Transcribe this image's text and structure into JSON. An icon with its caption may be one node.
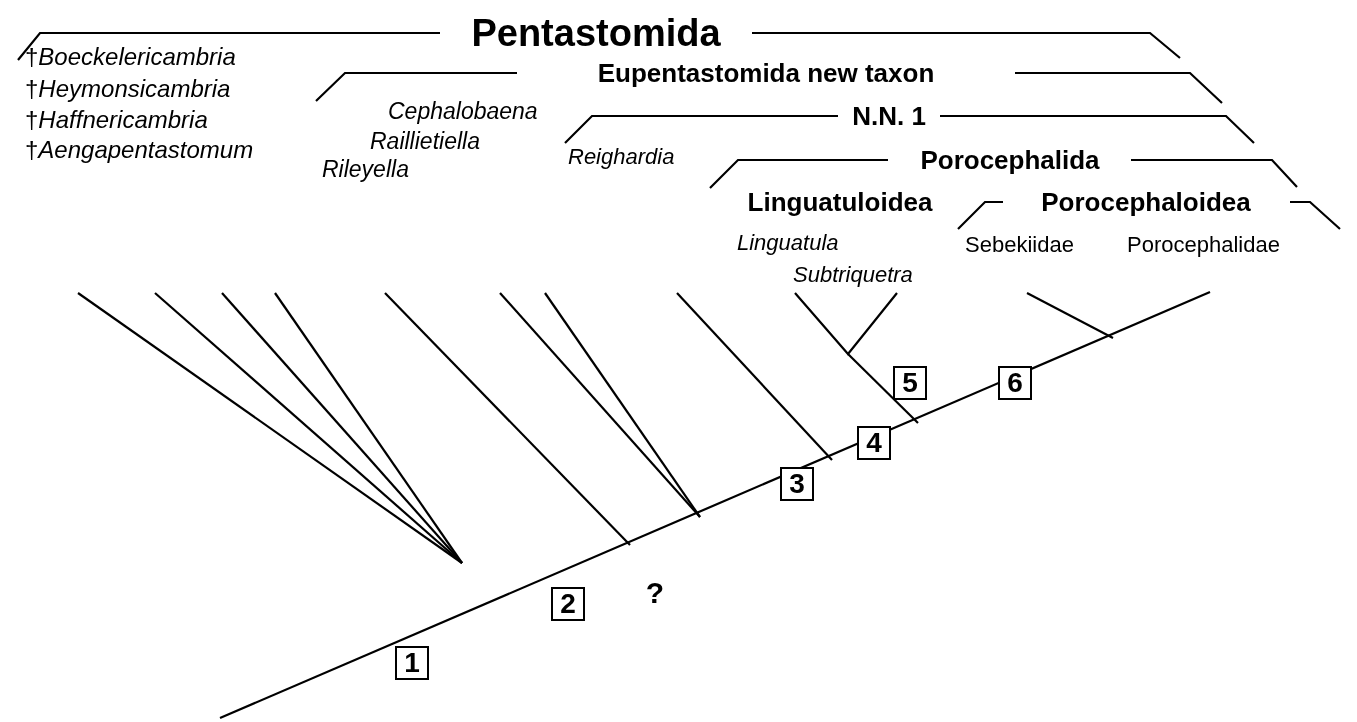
{
  "diagram": {
    "nodes": [
      {
        "text": [
          "1"
        ]
      },
      {
        "text": [
          "2"
        ]
      },
      {
        "text": [
          "3"
        ]
      },
      {
        "text": [
          "4"
        ]
      },
      {
        "text": [
          "5"
        ]
      },
      {
        "text": [
          "6"
        ]
      }
    ],
    "labels": [
      "Pentastomida",
      "†*Boeckelericambria*",
      "Eupentastomida new taxon",
      "†*Heymonsicambria*",
      "*Cephalobaena*",
      "N.N. 1",
      "†*Haffnericambria*",
      "*Raillietiella*",
      "†*Aengapentastomum*",
      "*Reighardia*",
      "Porocephalida",
      "*Rileyella*",
      "Linguatuloidea",
      "Porocephaloidea",
      "*Linguatula*",
      "Sebekiidae",
      "Porocephalidae",
      "*Subtriquetra*",
      "?"
    ]
  }
}
